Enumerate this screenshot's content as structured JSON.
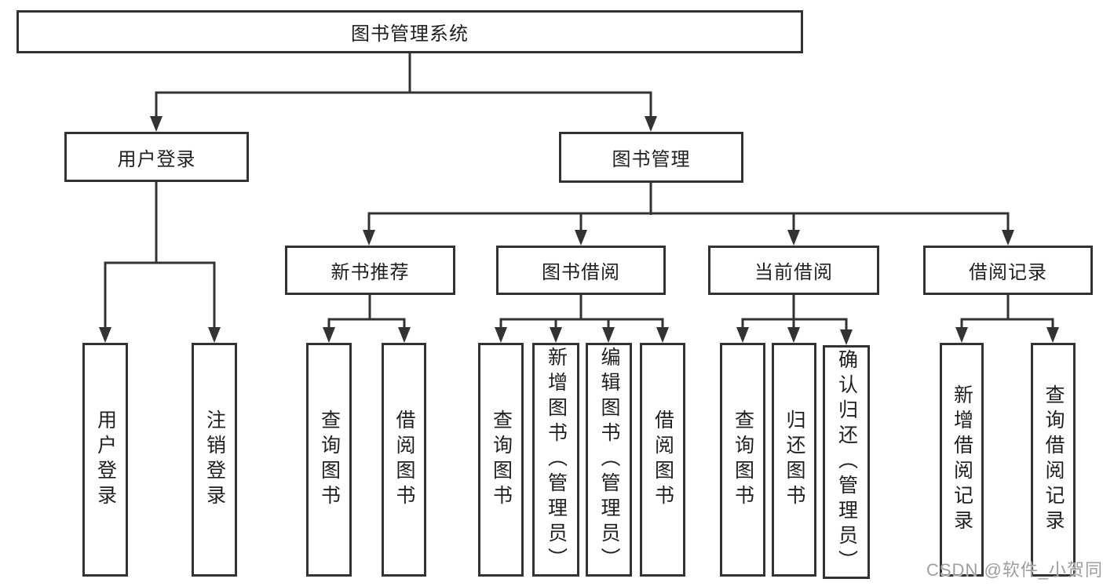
{
  "tree": {
    "root": {
      "label": "图书管理系统"
    },
    "branches": [
      {
        "label": "用户登录",
        "children": [
          {
            "label": "用户登录"
          },
          {
            "label": "注销登录"
          }
        ]
      },
      {
        "label": "图书管理",
        "children": [
          {
            "label": "新书推荐",
            "children": [
              {
                "label": "查询图书"
              },
              {
                "label": "借阅图书"
              }
            ]
          },
          {
            "label": "图书借阅",
            "children": [
              {
                "label": "查询图书"
              },
              {
                "label": "新增图书（管理员）"
              },
              {
                "label": "编辑图书（管理员）"
              },
              {
                "label": "借阅图书"
              }
            ]
          },
          {
            "label": "当前借阅",
            "children": [
              {
                "label": "查询图书"
              },
              {
                "label": "归还图书"
              },
              {
                "label": "确认归还（管理员）"
              }
            ]
          },
          {
            "label": "借阅记录",
            "children": [
              {
                "label": "新增借阅记录"
              },
              {
                "label": "查询借阅记录"
              }
            ]
          }
        ]
      }
    ]
  },
  "watermark": {
    "text": "CSDN @软件_小贺同学"
  },
  "colors": {
    "line": "#333333",
    "box_border": "#333333",
    "text": "#1f1f1f",
    "watermark": "#9e9e9e",
    "background": "#ffffff"
  }
}
